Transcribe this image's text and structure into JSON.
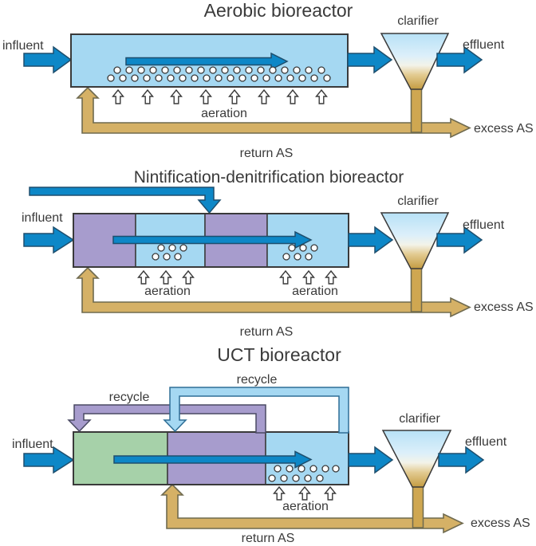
{
  "figure": {
    "type": "process-flow-diagram",
    "colors": {
      "aerated_zone": "#a5d8f2",
      "anoxic_zone": "#a79ccd",
      "anaerobic_zone": "#a6d1a9",
      "flow_arrow_blue": "#0d87c7",
      "sludge_tan": "#d5b166",
      "text": "#3a3a3a"
    },
    "sections": [
      {
        "title": "Aerobic bioreactor",
        "influent": "influent",
        "effluent": "effluent",
        "clarifier": "clarifier",
        "aeration": "aeration",
        "return_as": "return AS",
        "excess_as": "excess AS"
      },
      {
        "title": "Nintification-denitrification bioreactor",
        "influent": "influent",
        "effluent": "effluent",
        "clarifier": "clarifier",
        "aeration_left": "aeration",
        "aeration_right": "aeration",
        "return_as": "return AS",
        "excess_as": "excess AS"
      },
      {
        "title": "UCT bioreactor",
        "influent": "influent",
        "effluent": "effluent",
        "clarifier": "clarifier",
        "aeration": "aeration",
        "recycle_outer": "recycle",
        "recycle_inner": "recycle",
        "return_as": "return AS",
        "excess_as": "excess AS"
      }
    ]
  }
}
